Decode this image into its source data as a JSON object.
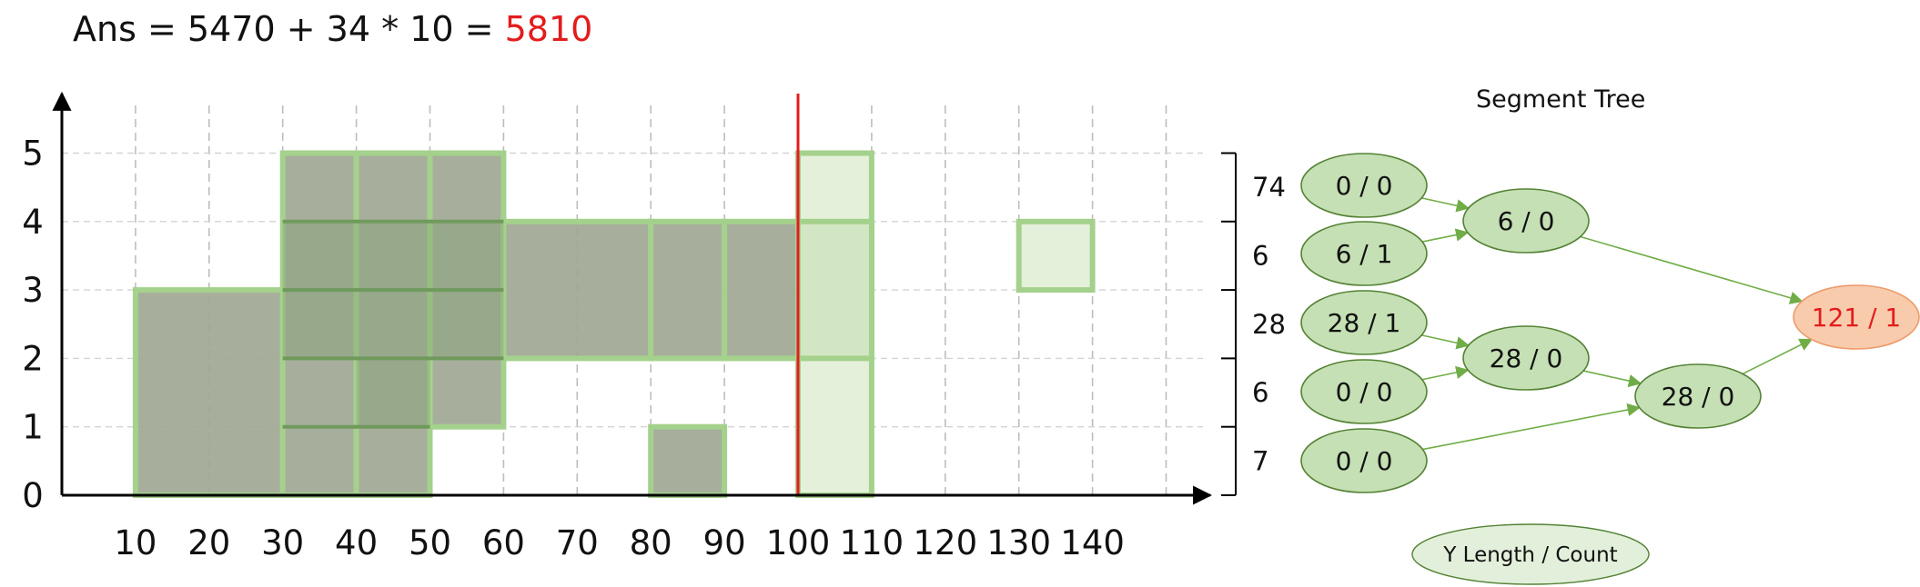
{
  "formula": {
    "lhs": "Ans",
    "op_eq": "=",
    "term1": "5470",
    "op_plus": "+",
    "term2": "34",
    "op_mul": "*",
    "term3": "10",
    "op_eq2": "=",
    "result": "5810",
    "result_color": "#e31c1c"
  },
  "chart_data": {
    "type": "diagram",
    "x_ticks": [
      "10",
      "20",
      "30",
      "40",
      "50",
      "60",
      "70",
      "80",
      "90",
      "100",
      "110",
      "120",
      "130",
      "140"
    ],
    "y_ticks": [
      "0",
      "1",
      "2",
      "3",
      "4",
      "5"
    ],
    "x_range": [
      0,
      155
    ],
    "y_range": [
      0,
      5.8
    ],
    "rectangles": [
      {
        "x1": 10,
        "x2": 30,
        "y1": 0,
        "y2": 3,
        "style": "dark"
      },
      {
        "x1": 30,
        "x2": 40,
        "y1": 0,
        "y2": 5,
        "style": "dark"
      },
      {
        "x1": 40,
        "x2": 50,
        "y1": 0,
        "y2": 5,
        "style": "dark"
      },
      {
        "x1": 50,
        "x2": 60,
        "y1": 1,
        "y2": 5,
        "style": "dark"
      },
      {
        "x1": 60,
        "x2": 80,
        "y1": 2,
        "y2": 4,
        "style": "dark"
      },
      {
        "x1": 80,
        "x2": 90,
        "y1": 2,
        "y2": 4,
        "style": "dark"
      },
      {
        "x1": 90,
        "x2": 100,
        "y1": 2,
        "y2": 4,
        "style": "dark"
      },
      {
        "x1": 80,
        "x2": 90,
        "y1": 0,
        "y2": 1,
        "style": "dark"
      },
      {
        "x1": 100,
        "x2": 110,
        "y1": 0,
        "y2": 5,
        "style": "light"
      },
      {
        "x1": 100,
        "x2": 110,
        "y1": 2,
        "y2": 4,
        "style": "mid"
      },
      {
        "x1": 130,
        "x2": 140,
        "y1": 3,
        "y2": 4,
        "style": "light"
      }
    ],
    "overlap_lines": [
      {
        "x1": 30,
        "x2": 60,
        "y": 4
      },
      {
        "x1": 30,
        "x2": 60,
        "y": 3
      },
      {
        "x1": 30,
        "x2": 60,
        "y": 2
      },
      {
        "x1": 30,
        "x2": 50,
        "y": 1
      }
    ],
    "sweep_x": 100,
    "sweep_color": "#e31c1c",
    "segment_lengths": [
      "74",
      "6",
      "28",
      "6",
      "7"
    ],
    "colors": {
      "dark_fill": "#a0a894",
      "dark_overlap": "#8fa285",
      "light_fill": "#e5f0da",
      "mid_fill": "#d3e6c3",
      "border": "#a4d18c",
      "node_fill": "#c5e0b4",
      "node_stroke": "#548235",
      "root_fill": "#f8cbad",
      "root_text": "#e31c1c"
    }
  },
  "tree": {
    "title": "Segment Tree",
    "nodes": [
      {
        "id": "leaf0",
        "label": "0 / 0"
      },
      {
        "id": "leaf1",
        "label": "6 / 1"
      },
      {
        "id": "leaf2",
        "label": "28 / 1"
      },
      {
        "id": "leaf3",
        "label": "0 / 0"
      },
      {
        "id": "leaf4",
        "label": "0 / 0"
      },
      {
        "id": "midA",
        "label": "6 / 0"
      },
      {
        "id": "midB",
        "label": "28 / 0"
      },
      {
        "id": "midC",
        "label": "28 / 0"
      },
      {
        "id": "root",
        "label": "121 / 1"
      }
    ],
    "edges": [
      [
        "leaf0",
        "midA"
      ],
      [
        "leaf1",
        "midA"
      ],
      [
        "leaf2",
        "midB"
      ],
      [
        "leaf3",
        "midB"
      ],
      [
        "midB",
        "midC"
      ],
      [
        "leaf4",
        "midC"
      ],
      [
        "midA",
        "root"
      ],
      [
        "midC",
        "root"
      ]
    ],
    "legend": "Y Length / Count"
  }
}
